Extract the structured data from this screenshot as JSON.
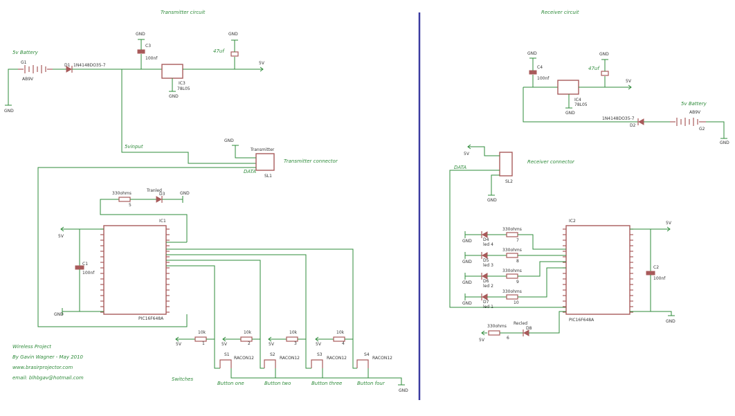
{
  "titles": {
    "transmitter": "Transmitter circuit",
    "receiver": "Receiver circuit"
  },
  "notes": {
    "project": "Wireless Project",
    "author": "By Gavin Wagner - May 2010",
    "website": "www.brasirprojector.com",
    "email": "email: blhbgav@hotmail.com"
  },
  "labels": {
    "gnd": "GND",
    "v5": "5V",
    "battery": "5v Battery",
    "ab9v": "AB9V",
    "g1": "G1",
    "g2": "G2",
    "d1": "D1",
    "d2": "D2",
    "diode": "1N4148DO35-7",
    "c3": "C3",
    "c4": "C4",
    "c1": "C1",
    "c2": "C2",
    "c100": "100nf",
    "uf47": "47uf",
    "ic3": "IC3",
    "ic4": "IC4",
    "reg": "78L05",
    "ic1": "IC1",
    "ic2": "IC2",
    "pic": "PIC16F648A",
    "vinput": "5vinput",
    "data": "DATA",
    "transmitter": "Transmitter",
    "txconn": "Transmitter connector",
    "sl1": "SL1",
    "rxconn": "Receiver connector",
    "sl2": "SL2",
    "r330": "330ohms",
    "r10k": "10k",
    "tranled": "Tranled",
    "recled": "Recled",
    "d3": "D3",
    "d8": "D8",
    "switches": "Switches",
    "racon": "RACON12",
    "b1": "Button one",
    "b2": "Button two",
    "b3": "Button three",
    "b4": "Button four",
    "s1": "S1",
    "s2": "S2",
    "s3": "S3",
    "s4": "S4",
    "led1": "led 1",
    "led2": "led 2",
    "led3": "led 3",
    "led4": "led 4",
    "d4": "D4",
    "d5": "D5",
    "d6": "D6",
    "d7": "D7",
    "n1": "1",
    "n2": "2",
    "n3": "3",
    "n4": "4",
    "n5": "5",
    "n6": "6",
    "n7": "7",
    "n8": "8",
    "n9": "9",
    "n10": "10"
  },
  "colors": {
    "wire": "#2e8b3a",
    "part": "#a85a5a",
    "divider": "#3a3aa0"
  }
}
